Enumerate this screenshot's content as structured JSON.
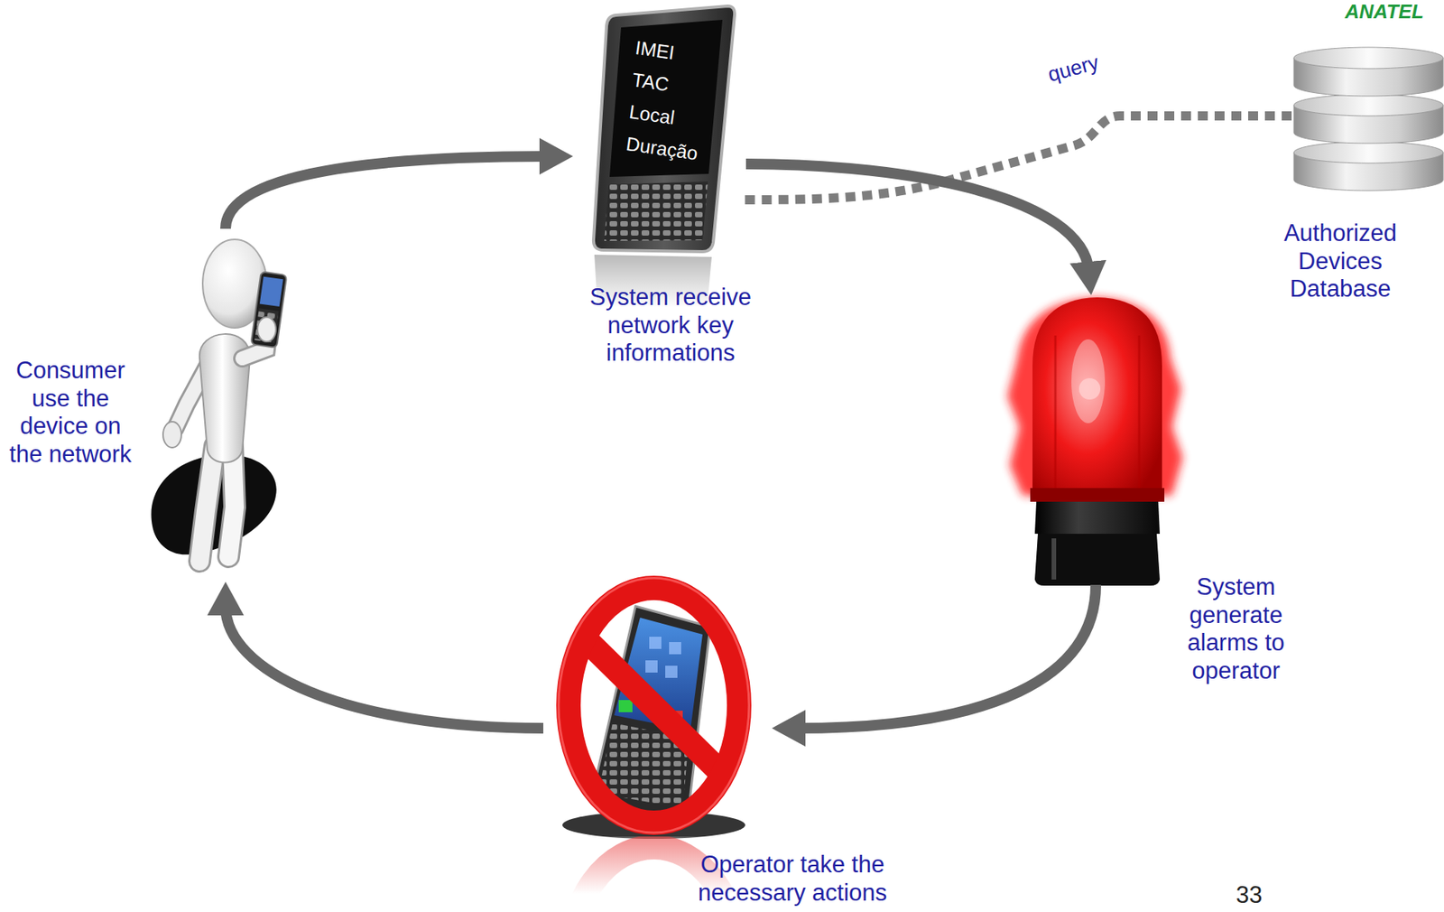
{
  "diagram": {
    "nodes": [
      {
        "text": [
          "Consumer use the device on the network"
        ]
      },
      {
        "text": [
          "IMEI",
          "TAC",
          "Local",
          "Duração",
          "System receive network key informations"
        ]
      },
      {
        "text": [
          "Authorized Devices Database"
        ]
      },
      {
        "text": [
          "System generate alarms to operator"
        ]
      },
      {
        "text": [
          "Operator take the necessary actions"
        ]
      }
    ],
    "edges": [
      {
        "from": 0,
        "to": 1,
        "arrow": "to"
      },
      {
        "from": 1,
        "to": 3,
        "arrow": "to"
      },
      {
        "from": 3,
        "to": 4,
        "arrow": "to"
      },
      {
        "from": 4,
        "to": 0,
        "arrow": "to"
      },
      {
        "from": 2,
        "to": 1,
        "label": "query",
        "arrow": "none"
      }
    ],
    "labels": [
      "ANATEL",
      "33"
    ]
  }
}
